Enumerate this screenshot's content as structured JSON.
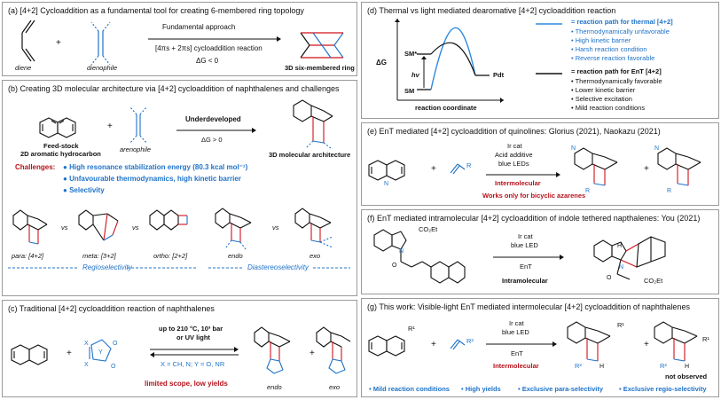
{
  "a": {
    "title": "(a)  [4+2] Cycloaddition as a fundamental tool for creating 6-membered ring topology",
    "diene": "diene",
    "plus": "+",
    "dienophile": "dienophile",
    "approach": "Fundamental approach",
    "reaction": "[4πs + 2πs] cycloaddition reaction",
    "dg": "ΔG < 0",
    "product": "3D six-membered ring"
  },
  "b": {
    "title": "(b) Creating 3D molecular architecture via [4+2] cycloaddition of naphthalenes and challenges",
    "feedstock1": "Feed-stock",
    "feedstock2": "2D aromatic hydrocarbon",
    "arenophile": "arenophile",
    "underdeveloped": "Underdeveloped",
    "dg": "ΔG > 0",
    "product": "3D molecular architecture",
    "challenges_label": "Challenges:",
    "challenge1": "High resonance stabilization energy (80.3 kcal mol⁻¹)",
    "challenge2": "Unfavourable thermodynamics, high kinetic barrier",
    "challenge3": "Selectivity",
    "para": "para: [4+2]",
    "vs": "vs",
    "meta": "meta: [3+2]",
    "ortho": "ortho: [2+2]",
    "endo": "endo",
    "exo": "exo",
    "regio": "Regioselectivity",
    "diastereo": "Diastereoselectivity"
  },
  "c": {
    "title": "(c)  Traditional [4+2] cycloaddition reaction of naphthalenes",
    "cond1": "up to 210 °C, 10³ bar",
    "cond2": "or UV light",
    "xy": "X = CH, N; Y = O, NR",
    "limited": "limited scope, low yields",
    "endo": "endo",
    "exo": "exo"
  },
  "d": {
    "title": "(d)  Thermal vs light mediated dearomative [4+2] cycloaddition reaction",
    "dg": "ΔG",
    "sm_star": "SM*",
    "hv": "hv",
    "sm": "SM",
    "pdt": "Pdt",
    "xaxis": "reaction coordinate",
    "thermal_head": "= reaction path for thermal [4+2]",
    "thermal": [
      "Thermodynamically unfavorable",
      "High kinetic barrier",
      "Harsh reaction condition",
      "Reverse reaction favorable"
    ],
    "ent_head": "= reaction path for EnT [4+2]",
    "ent": [
      "Thermodynamically favorable",
      "Lower kinetic barrier",
      "Selective excitation",
      "Mild reaction conditions"
    ]
  },
  "e": {
    "title": "(e)  EnT mediated [4+2] cycloaddition of quinolines: Glorius (2021), Naokazu (2021)",
    "cond1": "Ir cat",
    "cond2": "Acid additive",
    "cond3": "blue LEDs",
    "inter": "Intermolecular",
    "note": "Works only for bicyclic azarenes",
    "R": "R"
  },
  "f": {
    "title": "(f)  EnT mediated intramolecular [4+2] cycloaddition of indole tethered napthalenes: You (2021)",
    "co2et": "CO₂Et",
    "cond1": "Ir cat",
    "cond2": "blue LED",
    "cond3": "EnT",
    "intra": "Intramolecular"
  },
  "g": {
    "title": "(g)  This work: Visible-light EnT mediated intermolecular [4+2] cycloaddition of naphthalenes",
    "R1": "R¹",
    "R2": "R²",
    "cond1": "Ir cat",
    "cond2": "blue LED",
    "cond3": "EnT",
    "inter": "Intermolecular",
    "not_observed": "not observed",
    "features": [
      "• Mild reaction conditions",
      "• High yields",
      "• Exclusive para-selectivity",
      "• Exclusive regio-selectivity"
    ]
  },
  "colors": {
    "blue": "#1f73c9",
    "red": "#b5121b",
    "accent_bond": "#d0121b"
  }
}
